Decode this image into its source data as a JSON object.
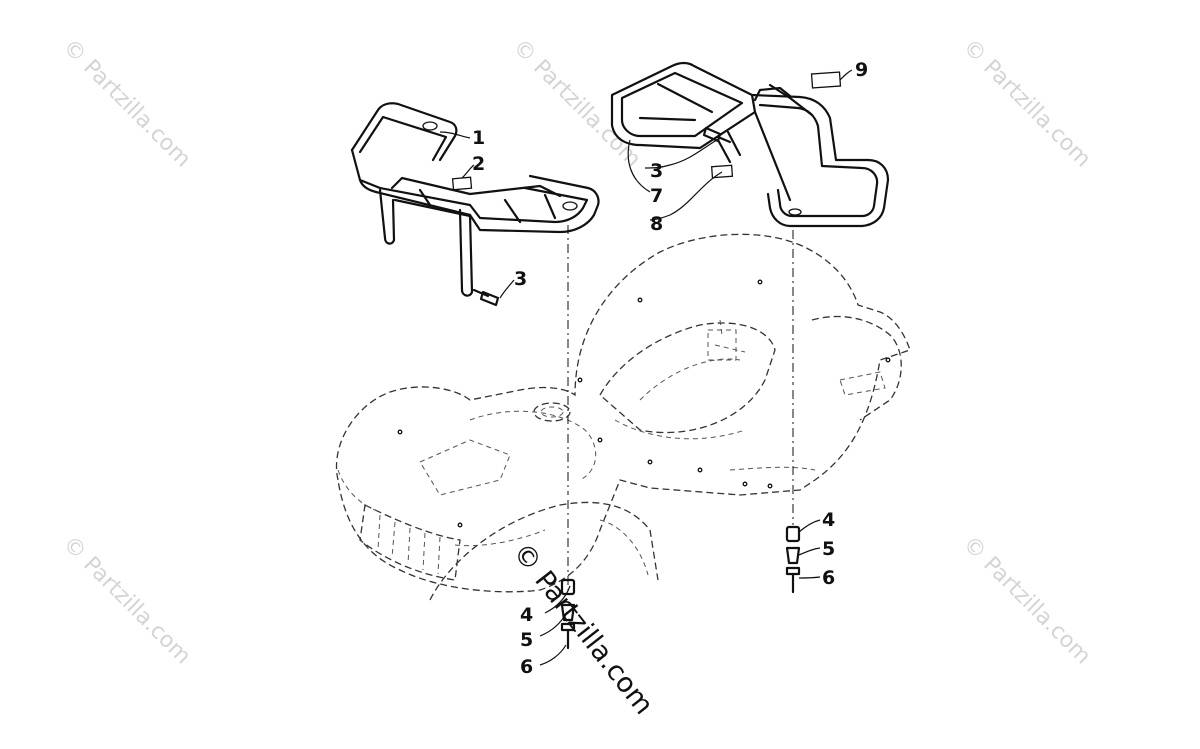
{
  "watermark_text": "© Partzilla.com",
  "center_watermark_text": "© Partzilla.com",
  "callouts": {
    "front_rack_1": "1",
    "decal_2": "2",
    "front_bolt_3": "3",
    "rear_bolt_3": "3",
    "rear_rack_7": "7",
    "decal_8": "8",
    "decal_9": "9",
    "front_grommet_4": "4",
    "front_bushing_5": "5",
    "front_screw_6": "6",
    "rear_grommet_4": "4",
    "rear_bushing_5": "5",
    "rear_screw_6": "6"
  },
  "colors": {
    "line": "#111111",
    "watermark": "#d4d4d4",
    "background": "#ffffff"
  }
}
